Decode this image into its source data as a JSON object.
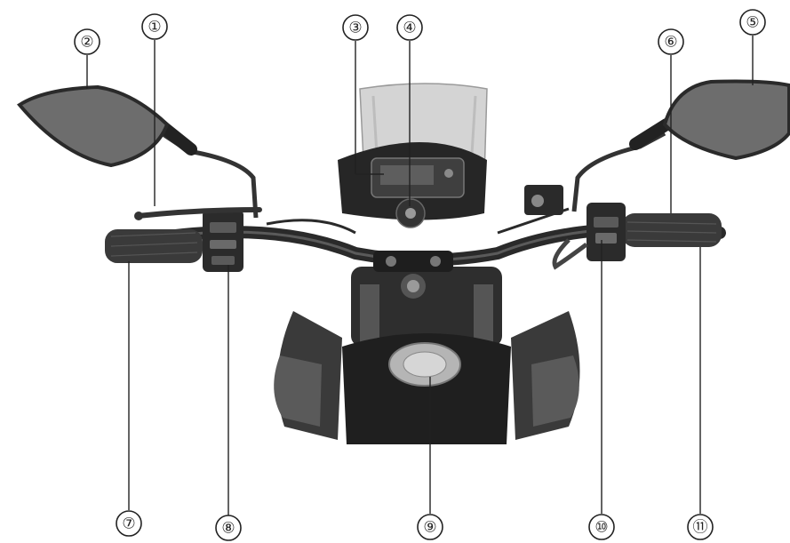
{
  "callouts": [
    {
      "id": "c1",
      "label": "①"
    },
    {
      "id": "c2",
      "label": "②"
    },
    {
      "id": "c3",
      "label": "③"
    },
    {
      "id": "c4",
      "label": "④"
    },
    {
      "id": "c5",
      "label": "⑤"
    },
    {
      "id": "c6",
      "label": "⑥"
    },
    {
      "id": "c7",
      "label": "⑦"
    },
    {
      "id": "c8",
      "label": "⑧"
    },
    {
      "id": "c9",
      "label": "⑨"
    },
    {
      "id": "c10",
      "label": "⑩"
    },
    {
      "id": "c11",
      "label": "⑪"
    }
  ],
  "colors": {
    "ink": "#222222",
    "dark": "#2b2b2b",
    "mid": "#4a4a4a",
    "light": "#8c8c8c",
    "mirror": "#6e6e6e",
    "windscreen": "#cfcfcf"
  }
}
